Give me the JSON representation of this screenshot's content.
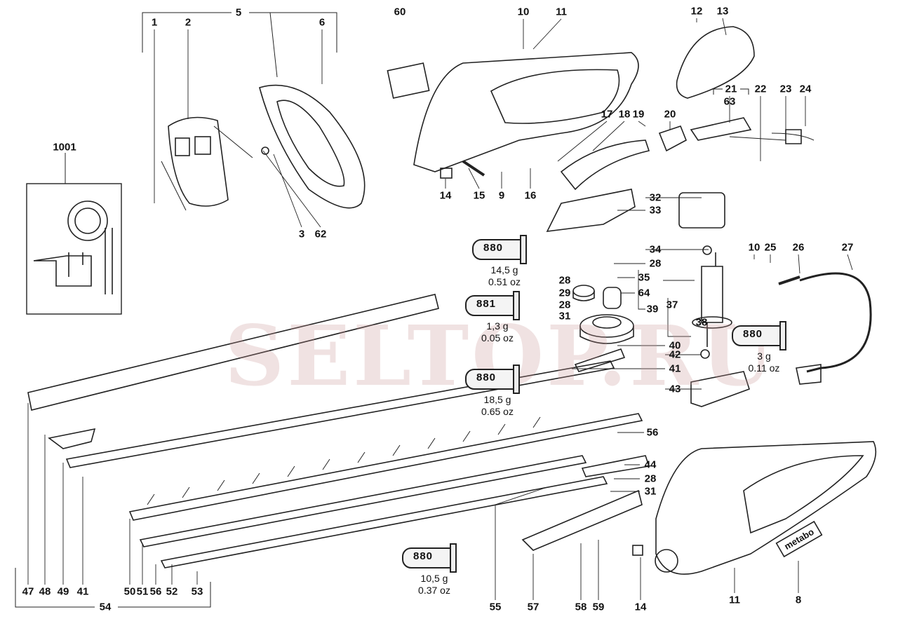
{
  "title": "Hedge trimmer exploded parts diagram",
  "watermark": "SELTOP.RU",
  "brand_badge": "metabo",
  "inset_label": "1001",
  "part_labels": [
    "5",
    "1",
    "2",
    "6",
    "60",
    "10",
    "11",
    "12",
    "13",
    "1001",
    "3",
    "62",
    "14",
    "15",
    "9",
    "16",
    "17",
    "18",
    "19",
    "20",
    "21",
    "63",
    "22",
    "23",
    "24",
    "32",
    "33",
    "34",
    "28",
    "35",
    "64",
    "39",
    "37",
    "38",
    "40",
    "42",
    "41",
    "43",
    "10",
    "25",
    "26",
    "27",
    "28",
    "29",
    "28",
    "31",
    "56",
    "44",
    "28",
    "31",
    "55",
    "57",
    "58",
    "59",
    "14",
    "11",
    "8",
    "47",
    "48",
    "49",
    "41",
    "50",
    "51",
    "56",
    "52",
    "53",
    "54"
  ],
  "grease_tubes": [
    {
      "code": "880",
      "grams": "14,5 g",
      "oz": "0.51 oz"
    },
    {
      "code": "881",
      "grams": "1,3 g",
      "oz": "0.05 oz"
    },
    {
      "code": "880",
      "grams": "18,5 g",
      "oz": "0.65 oz"
    },
    {
      "code": "880",
      "grams": "3 g",
      "oz": "0.11 oz"
    },
    {
      "code": "880",
      "grams": "10,5 g",
      "oz": "0.37 oz"
    }
  ]
}
